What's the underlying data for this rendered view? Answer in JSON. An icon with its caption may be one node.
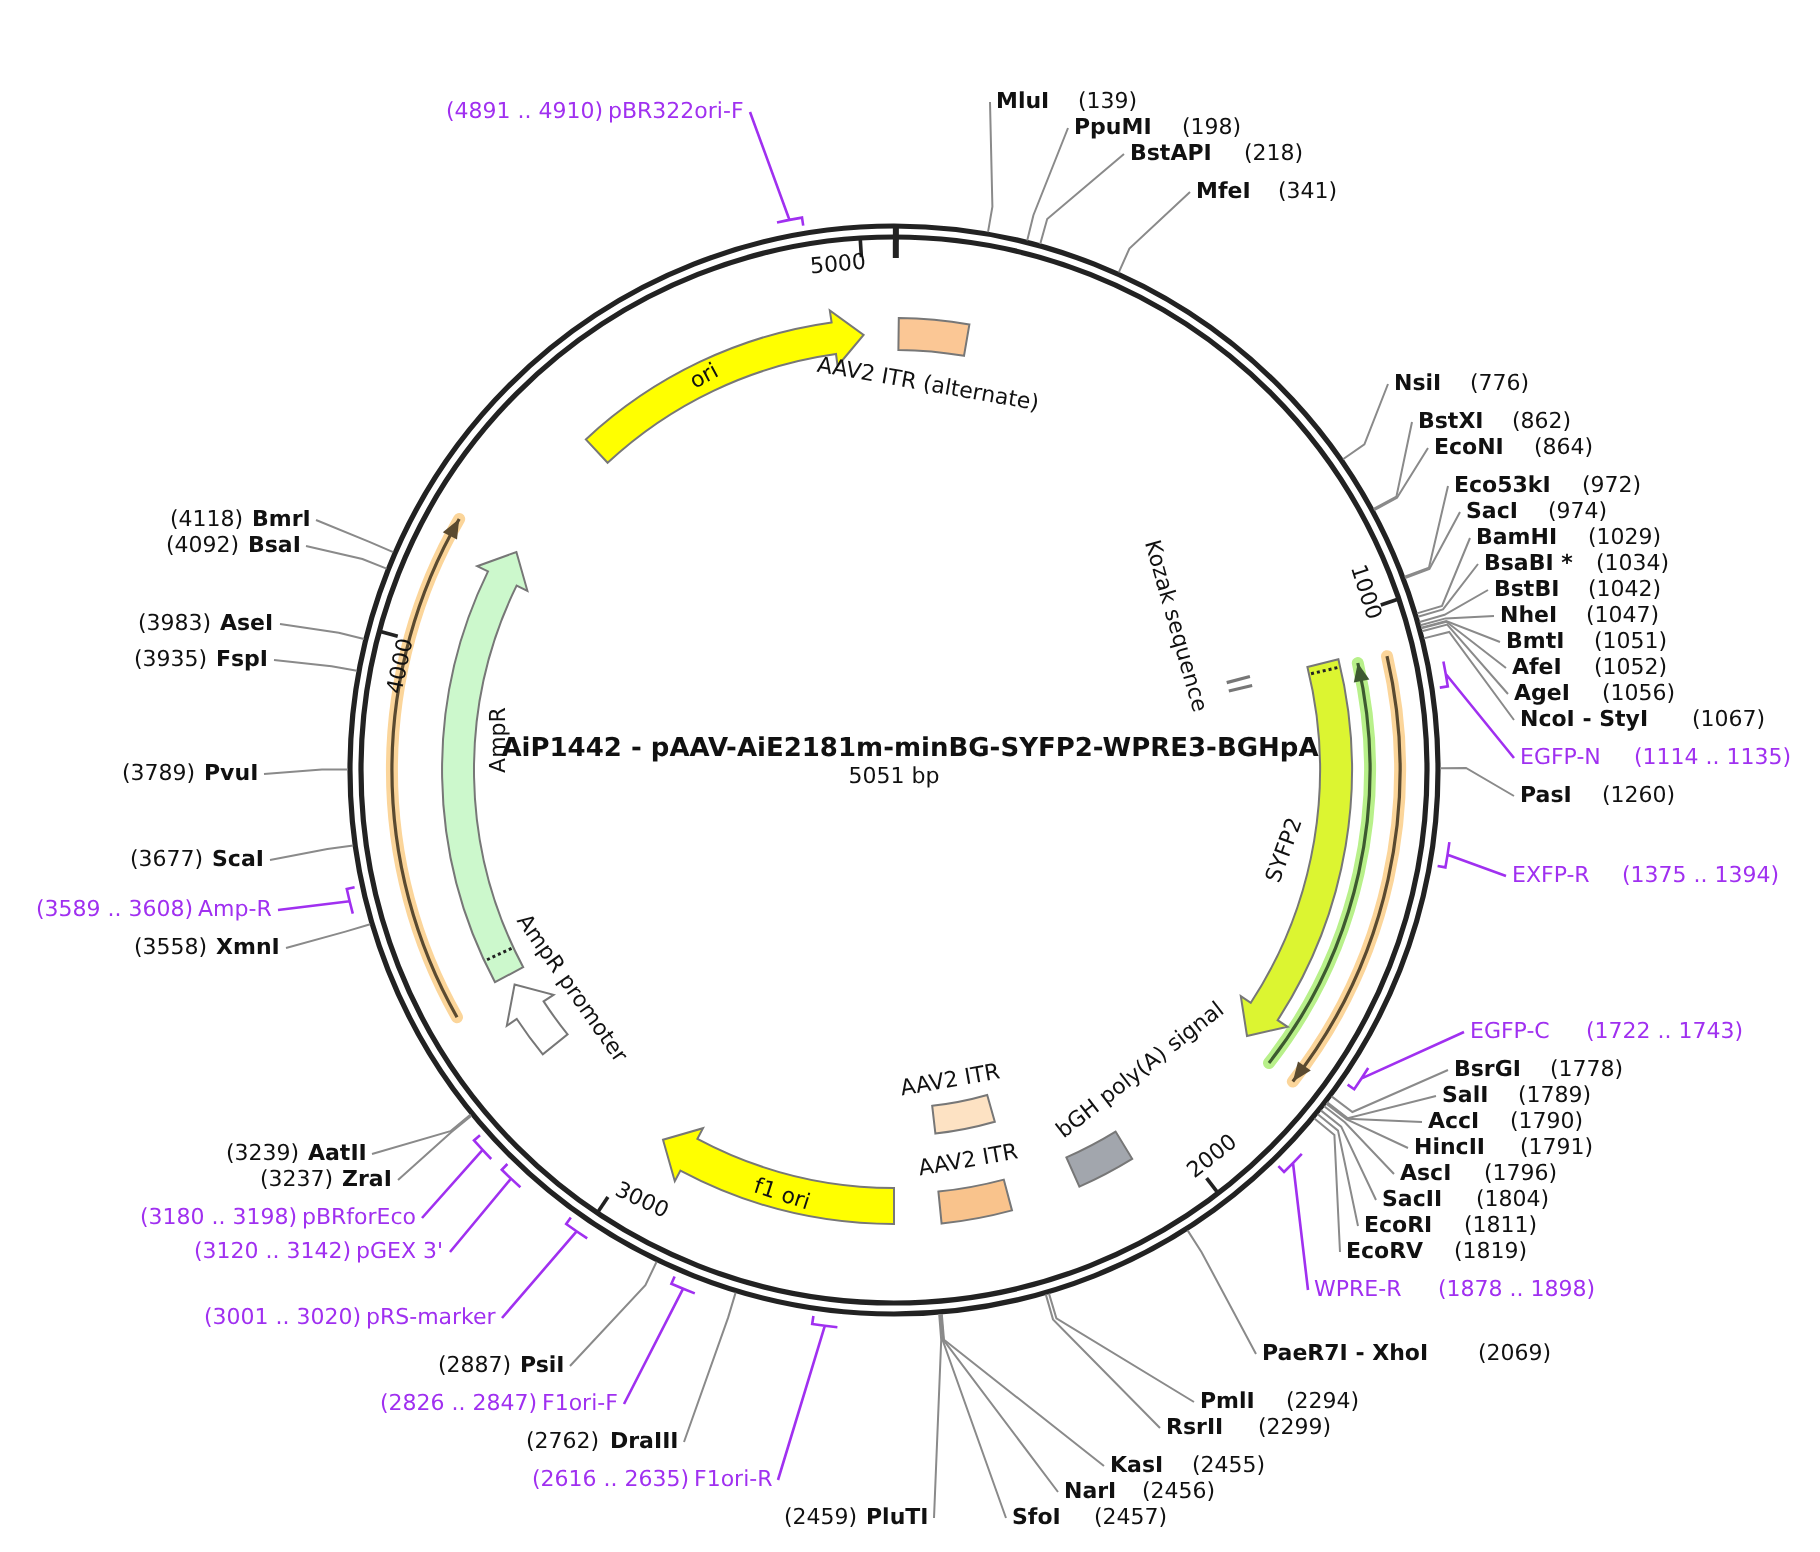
{
  "diagram": {
    "title": "AiP1442 - pAAV-AiE2181m-minBG-SYFP2-WPRE3-BGHpA",
    "nodes": [
      {
        "text": [
          "ori"
        ]
      },
      {
        "text": [
          "AAV2 ITR (alternate)"
        ]
      },
      {
        "text": [
          "AmpR"
        ]
      },
      {
        "text": [
          "AmpR promoter"
        ]
      },
      {
        "text": [
          "Kozak sequence"
        ]
      },
      {
        "text": [
          "SYFP2"
        ]
      },
      {
        "text": [
          "bGH poly(A) signal"
        ]
      },
      {
        "text": [
          "AAV2 ITR"
        ]
      },
      {
        "text": [
          "AAV2 ITR"
        ]
      },
      {
        "text": [
          "f1 ori"
        ]
      },
      {
        "text": [
          "(4891 .. 4910)",
          "pBR322ori-F"
        ]
      },
      {
        "text": [
          "MluI",
          "(139)"
        ]
      },
      {
        "text": [
          "PpuMI",
          "(198)"
        ]
      },
      {
        "text": [
          "BstAPI",
          "(218)"
        ]
      },
      {
        "text": [
          "MfeI",
          "(341)"
        ]
      },
      {
        "text": [
          "NsiI",
          "(776)"
        ]
      },
      {
        "text": [
          "BstXI",
          "(862)"
        ]
      },
      {
        "text": [
          "EcoNI",
          "(864)"
        ]
      },
      {
        "text": [
          "Eco53kI",
          "(972)"
        ]
      },
      {
        "text": [
          "SacI",
          "(974)"
        ]
      },
      {
        "text": [
          "BamHI",
          "(1029)"
        ]
      },
      {
        "text": [
          "BsaBI *",
          "(1034)"
        ]
      },
      {
        "text": [
          "BstBI",
          "(1042)"
        ]
      },
      {
        "text": [
          "NheI",
          "(1047)"
        ]
      },
      {
        "text": [
          "BmtI",
          "(1051)"
        ]
      },
      {
        "text": [
          "AfeI",
          "(1052)"
        ]
      },
      {
        "text": [
          "AgeI",
          "(1056)"
        ]
      },
      {
        "text": [
          "NcoI - StyI",
          "(1067)"
        ]
      },
      {
        "text": [
          "EGFP-N",
          "(1114 .. 1135)"
        ]
      },
      {
        "text": [
          "PasI",
          "(1260)"
        ]
      },
      {
        "text": [
          "EXFP-R",
          "(1375 .. 1394)"
        ]
      },
      {
        "text": [
          "EGFP-C",
          "(1722 .. 1743)"
        ]
      },
      {
        "text": [
          "BsrGI",
          "(1778)"
        ]
      },
      {
        "text": [
          "SalI",
          "(1789)"
        ]
      },
      {
        "text": [
          "AccI",
          "(1790)"
        ]
      },
      {
        "text": [
          "HincII",
          "(1791)"
        ]
      },
      {
        "text": [
          "AscI",
          "(1796)"
        ]
      },
      {
        "text": [
          "SacII",
          "(1804)"
        ]
      },
      {
        "text": [
          "EcoRI",
          "(1811)"
        ]
      },
      {
        "text": [
          "EcoRV",
          "(1819)"
        ]
      },
      {
        "text": [
          "WPRE-R",
          "(1878 .. 1898)"
        ]
      },
      {
        "text": [
          "PaeR7I - XhoI",
          "(2069)"
        ]
      },
      {
        "text": [
          "PmlI",
          "(2294)"
        ]
      },
      {
        "text": [
          "RsrII",
          "(2299)"
        ]
      },
      {
        "text": [
          "KasI",
          "(2455)"
        ]
      },
      {
        "text": [
          "NarI",
          "(2456)"
        ]
      },
      {
        "text": [
          "SfoI",
          "(2457)"
        ]
      },
      {
        "text": [
          "(2459)",
          "PluTI"
        ]
      },
      {
        "text": [
          "(2616 .. 2635)",
          "F1ori-R"
        ]
      },
      {
        "text": [
          "(2762)",
          "DraIII"
        ]
      },
      {
        "text": [
          "(2826 .. 2847)",
          "F1ori-F"
        ]
      },
      {
        "text": [
          "(2887)",
          "PsiI"
        ]
      },
      {
        "text": [
          "(3001 .. 3020)",
          "pRS-marker"
        ]
      },
      {
        "text": [
          "(3120 .. 3142)",
          "pGEX 3'"
        ]
      },
      {
        "text": [
          "(3180 .. 3198)",
          "pBRforEco"
        ]
      },
      {
        "text": [
          "(3237)",
          "ZraI"
        ]
      },
      {
        "text": [
          "(3239)",
          "AatII"
        ]
      },
      {
        "text": [
          "(3558)",
          "XmnI"
        ]
      },
      {
        "text": [
          "(3589 .. 3608)",
          "Amp-R"
        ]
      },
      {
        "text": [
          "(3677)",
          "ScaI"
        ]
      },
      {
        "text": [
          "(3789)",
          "PvuI"
        ]
      },
      {
        "text": [
          "(3935)",
          "FspI"
        ]
      },
      {
        "text": [
          "(3983)",
          "AseI"
        ]
      },
      {
        "text": [
          "(4092)",
          "BsaI"
        ]
      },
      {
        "text": [
          "(4118)",
          "BmrI"
        ]
      }
    ],
    "edges": [
      {
        "from": 10,
        "to": null,
        "arrow": "none",
        "color": "#a030f0"
      },
      {
        "from": 11,
        "to": null,
        "arrow": "none"
      },
      {
        "from": 12,
        "to": null,
        "arrow": "none"
      },
      {
        "from": 13,
        "to": null,
        "arrow": "none"
      },
      {
        "from": 14,
        "to": null,
        "arrow": "none"
      },
      {
        "from": 15,
        "to": null,
        "arrow": "none"
      },
      {
        "from": 16,
        "to": null,
        "arrow": "none"
      },
      {
        "from": 17,
        "to": null,
        "arrow": "none"
      },
      {
        "from": 18,
        "to": null,
        "arrow": "none"
      },
      {
        "from": 19,
        "to": null,
        "arrow": "none"
      },
      {
        "from": 20,
        "to": null,
        "arrow": "none"
      },
      {
        "from": 21,
        "to": null,
        "arrow": "none"
      },
      {
        "from": 22,
        "to": null,
        "arrow": "none"
      },
      {
        "from": 23,
        "to": null,
        "arrow": "none"
      },
      {
        "from": 24,
        "to": null,
        "arrow": "none"
      },
      {
        "from": 25,
        "to": null,
        "arrow": "none"
      },
      {
        "from": 26,
        "to": null,
        "arrow": "none"
      },
      {
        "from": 27,
        "to": null,
        "arrow": "none"
      },
      {
        "from": 28,
        "to": null,
        "arrow": "none",
        "color": "#a030f0"
      },
      {
        "from": 29,
        "to": null,
        "arrow": "none"
      },
      {
        "from": 30,
        "to": null,
        "arrow": "none",
        "color": "#a030f0"
      },
      {
        "from": 31,
        "to": null,
        "arrow": "none",
        "color": "#a030f0"
      },
      {
        "from": 32,
        "to": null,
        "arrow": "none"
      },
      {
        "from": 33,
        "to": null,
        "arrow": "none"
      },
      {
        "from": 34,
        "to": null,
        "arrow": "none"
      },
      {
        "from": 35,
        "to": null,
        "arrow": "none"
      },
      {
        "from": 36,
        "to": null,
        "arrow": "none"
      },
      {
        "from": 37,
        "to": null,
        "arrow": "none"
      },
      {
        "from": 38,
        "to": null,
        "arrow": "none"
      },
      {
        "from": 39,
        "to": null,
        "arrow": "none"
      },
      {
        "from": 40,
        "to": null,
        "arrow": "none",
        "color": "#a030f0"
      },
      {
        "from": 41,
        "to": null,
        "arrow": "none"
      },
      {
        "from": 42,
        "to": null,
        "arrow": "none"
      },
      {
        "from": 43,
        "to": null,
        "arrow": "none"
      },
      {
        "from": 44,
        "to": null,
        "arrow": "none"
      },
      {
        "from": 45,
        "to": null,
        "arrow": "none"
      },
      {
        "from": 46,
        "to": null,
        "arrow": "none"
      },
      {
        "from": 47,
        "to": null,
        "arrow": "none"
      },
      {
        "from": 48,
        "to": null,
        "arrow": "none",
        "color": "#a030f0"
      },
      {
        "from": 49,
        "to": null,
        "arrow": "none"
      },
      {
        "from": 50,
        "to": null,
        "arrow": "none",
        "color": "#a030f0"
      },
      {
        "from": 51,
        "to": null,
        "arrow": "none"
      },
      {
        "from": 52,
        "to": null,
        "arrow": "none",
        "color": "#a030f0"
      },
      {
        "from": 53,
        "to": null,
        "arrow": "none",
        "color": "#a030f0"
      },
      {
        "from": 54,
        "to": null,
        "arrow": "none",
        "color": "#a030f0"
      },
      {
        "from": 55,
        "to": null,
        "arrow": "none"
      },
      {
        "from": 56,
        "to": null,
        "arrow": "none"
      },
      {
        "from": 57,
        "to": null,
        "arrow": "none"
      },
      {
        "from": 58,
        "to": null,
        "arrow": "none",
        "color": "#a030f0"
      },
      {
        "from": 59,
        "to": null,
        "arrow": "none"
      },
      {
        "from": 60,
        "to": null,
        "arrow": "none"
      },
      {
        "from": 61,
        "to": null,
        "arrow": "none"
      },
      {
        "from": 62,
        "to": null,
        "arrow": "none"
      },
      {
        "from": 63,
        "to": null,
        "arrow": "none"
      },
      {
        "from": 64,
        "to": null,
        "arrow": "none"
      }
    ],
    "labels": [
      "5000",
      "1000",
      "4000",
      "5051 bp",
      "2000",
      "3000"
    ]
  }
}
